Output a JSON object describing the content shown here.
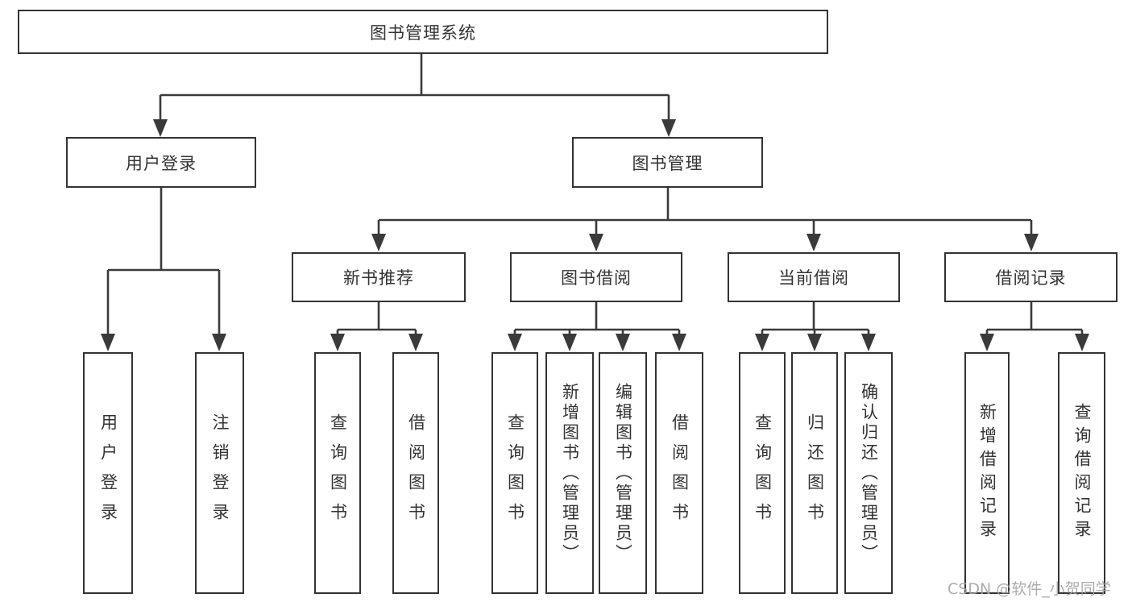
{
  "diagram_title": "图书管理系统",
  "watermark": "CSDN @软件_小贺同学",
  "colors": {
    "line": "#3a3a3a",
    "box_border": "#333333",
    "text": "#333333",
    "watermark": "#a3a3a3",
    "background": "#ffffff"
  },
  "nodes": {
    "root": "图书管理系统",
    "user_login": "用户登录",
    "book_management": "图书管理",
    "new_book_recommend": "新书推荐",
    "book_borrow": "图书借阅",
    "current_borrow": "当前借阅",
    "borrow_records": "借阅记录",
    "leaf_user_login": "用户登录",
    "leaf_logout_login": "注销登录",
    "leaf_query_books_newrec": "查询图书",
    "leaf_borrow_books_newrec": "借阅图书",
    "leaf_query_books_borrow": "查询图书",
    "leaf_add_books_admin": "新增图书（管理员）",
    "leaf_edit_books_admin": "编辑图书（管理员）",
    "leaf_borrow_books_borrow": "借阅图书",
    "leaf_query_books_current": "查询图书",
    "leaf_return_books": "归还图书",
    "leaf_confirm_return_admin": "确认归还（管理员）",
    "leaf_add_borrow_record": "新增借阅记录",
    "leaf_query_borrow_record": "查询借阅记录"
  }
}
